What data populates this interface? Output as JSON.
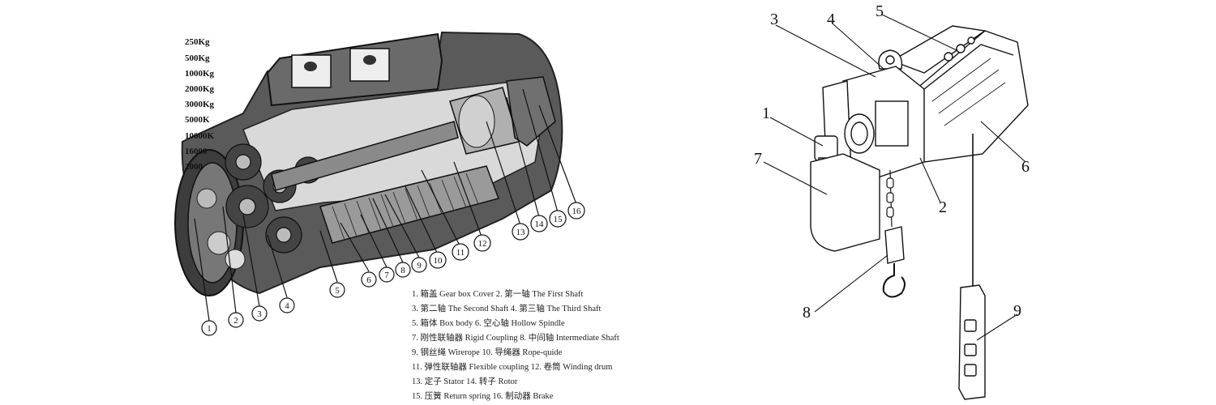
{
  "capacities": [
    "250Kg",
    "500Kg",
    "1000Kg",
    "2000Kg",
    "3000Kg",
    "5000K",
    "10000K",
    "16000",
    "2000"
  ],
  "left_callouts": [
    "1",
    "2",
    "3",
    "4",
    "5",
    "6",
    "7",
    "8",
    "9",
    "10",
    "11",
    "12",
    "13",
    "14",
    "15",
    "16"
  ],
  "legend": [
    "1.  箱盖 Gear box Cover   2.  第一轴 The First Shaft",
    "3.  第二轴 The Second Shaft   4.  第三轴 The Third Shaft",
    "5.  箱体 Box body   6.  空心轴 Hollow Spindle",
    "7.  刚性联轴器 Rigid Coupling  8.  中间轴 Intermediate Shaft",
    "9.  钢丝绳 Wirerope   10.  导绳器 Rope-quide",
    "11.  弹性联轴器 Flexible coupling   12.  卷筒 Winding drum",
    "13.  定子 Stator   14.  转子 Rotor",
    "15.  压簧 Return spring   16.  制动器 Brake"
  ],
  "right_callouts": [
    "1",
    "2",
    "3",
    "4",
    "5",
    "6",
    "7",
    "8",
    "9"
  ]
}
